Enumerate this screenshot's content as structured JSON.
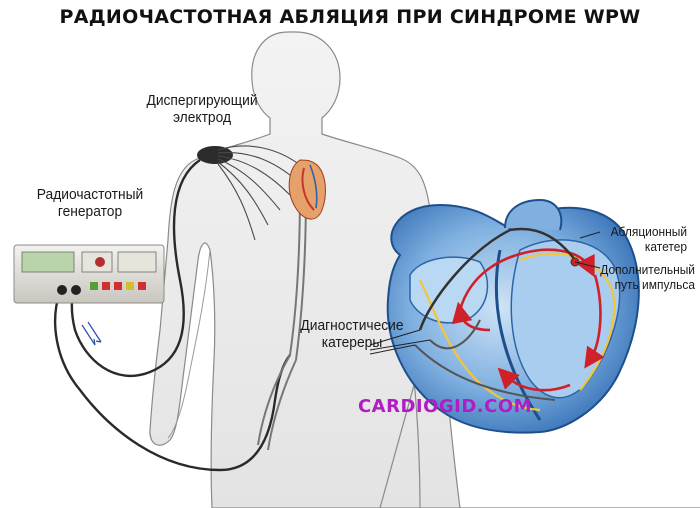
{
  "title": "РАДИОЧАСТОТНАЯ АБЛЯЦИЯ ПРИ СИНДРОМЕ WPW",
  "labels": {
    "dispersive_electrode": [
      "Диспергирующий",
      "электрод"
    ],
    "rf_generator": [
      "Радиочастотный",
      "генератор"
    ],
    "diagnostic_catheters": [
      "Диагностичесие",
      "катереры"
    ],
    "ablation_catheter": [
      "Абляционный",
      "катетер"
    ],
    "accessory_pathway": [
      "Дополнительный",
      "путь импульса"
    ]
  },
  "watermark": "CARDIOGID.COM",
  "colors": {
    "heart_blue": "#4a86c8",
    "heart_light": "#9ec4e8",
    "impulse_red": "#d0202a",
    "catheter_yellow": "#f2c63c",
    "body_outline": "#7a7a7a",
    "watermark": "#b11cc6"
  }
}
